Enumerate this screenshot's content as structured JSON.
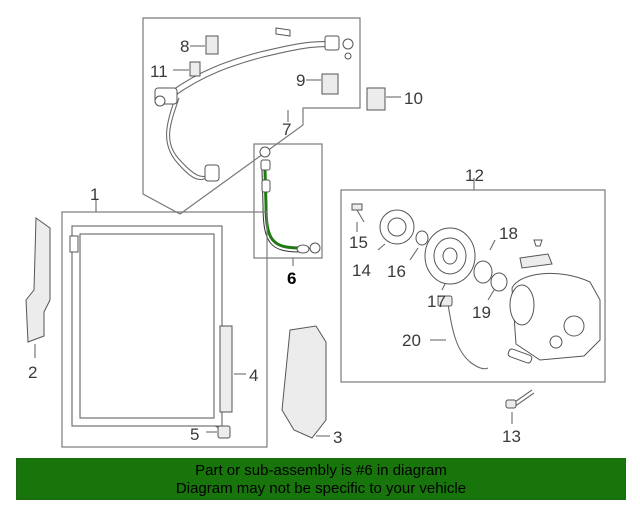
{
  "callouts": {
    "c1": "1",
    "c2": "2",
    "c3": "3",
    "c4": "4",
    "c5": "5",
    "c6": "6",
    "c7": "7",
    "c8": "8",
    "c9": "9",
    "c10": "10",
    "c11": "11",
    "c12": "12",
    "c13": "13",
    "c14": "14",
    "c15": "15",
    "c16": "16",
    "c17": "17",
    "c18": "18",
    "c19": "19",
    "c20": "20"
  },
  "banner": {
    "line1": "Part or sub-assembly is #6 in diagram",
    "line2": "Diagram may not be specific to your vehicle",
    "background_color": "#18750c"
  },
  "highlight_color": "#1f7a12"
}
